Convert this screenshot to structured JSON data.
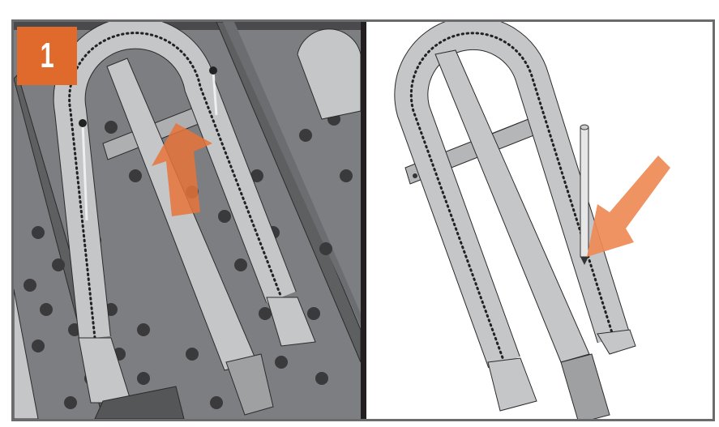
{
  "step": {
    "number": "1",
    "badge_color": "#e06a2c"
  },
  "left_panel": {
    "description": "Burner installed inside grill firebox, arrow pointing up to lift burner out",
    "icons": [
      "burner-tube-icon",
      "up-arrow-icon",
      "screw-icon",
      "grease-tray-icon"
    ],
    "arrow_color": "#e8733a"
  },
  "right_panel": {
    "description": "Removed burner with electrode probe, arrow pointing to ignition port",
    "icons": [
      "burner-tube-icon",
      "diagonal-arrow-icon",
      "electrode-icon"
    ],
    "arrow_color": "#ee8a55"
  },
  "colors": {
    "firebox": "#7d7e81",
    "burner": "#c5c6c8",
    "frame": "#231f20",
    "hole": "#3a3a3c"
  }
}
